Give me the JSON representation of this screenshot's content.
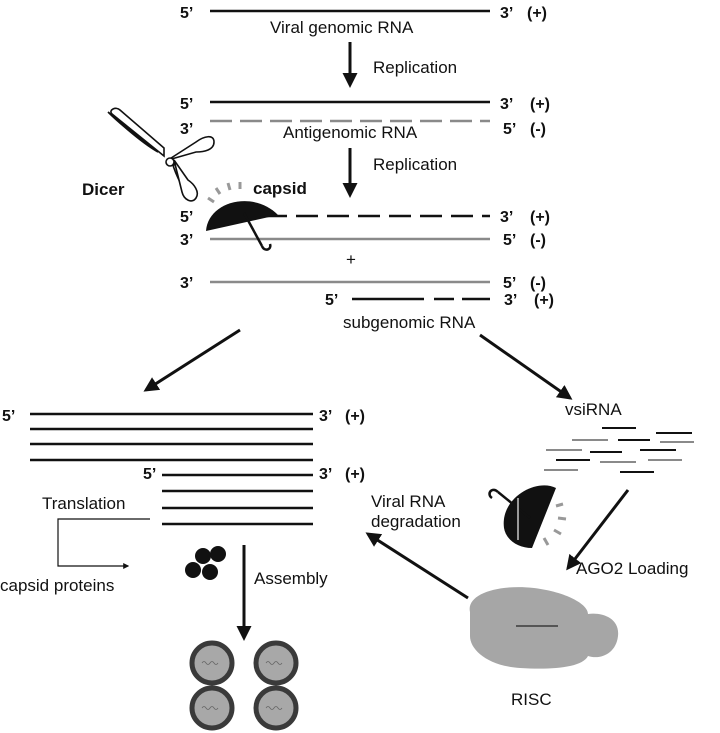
{
  "colors": {
    "positive_strand": "#111111",
    "negative_strand": "#8a8a8a",
    "risc": "#a6a6a6",
    "virion_shell": "#3a3a3a",
    "virion_core": "#a8a8a8",
    "capsid_protein": "#111111"
  },
  "icons": [
    "scissors-icon",
    "umbrella-capsid-icon",
    "arrow-icon"
  ],
  "genomic": {
    "five_prime": "5’",
    "three_prime": "3’",
    "sign": "(+)",
    "label": "Viral genomic RNA"
  },
  "step1": {
    "label": "Replication"
  },
  "antigenomic": {
    "top_five": "5’",
    "top_three": "3’",
    "top_sign": "(+)",
    "bottom_three": "3’",
    "bottom_five": "5’",
    "bottom_sign": "(-)",
    "label": "Antigenomic RNA"
  },
  "step2": {
    "label": "Replication"
  },
  "dicer": {
    "label": "Dicer"
  },
  "capsid": {
    "label": "capsid"
  },
  "duplex": {
    "top_five": "5’",
    "top_three": "3’",
    "top_sign": "(+)",
    "bottom_three": "3’",
    "bottom_five": "5’",
    "bottom_sign": "(-)"
  },
  "plus_sign": "+",
  "subgenomic": {
    "neg_three": "3’",
    "neg_five": "5’",
    "neg_sign": "(-)",
    "pos_five": "5’",
    "pos_three": "3’",
    "pos_sign": "(+)",
    "label": "subgenomic RNA"
  },
  "translation_block": {
    "five": "5’",
    "three": "3’",
    "sign": "(+)",
    "sub_five": "5’",
    "sub_three": "3’",
    "sub_sign": "(+)",
    "translation": "Translation",
    "capsid_proteins": "capsid proteins",
    "assembly": "Assembly"
  },
  "vsirna": {
    "label": "vsiRNA"
  },
  "degradation": {
    "line1": "Viral RNA",
    "line2": "degradation"
  },
  "ago2": {
    "label": "AGO2 Loading"
  },
  "risc": {
    "label": "RISC"
  }
}
